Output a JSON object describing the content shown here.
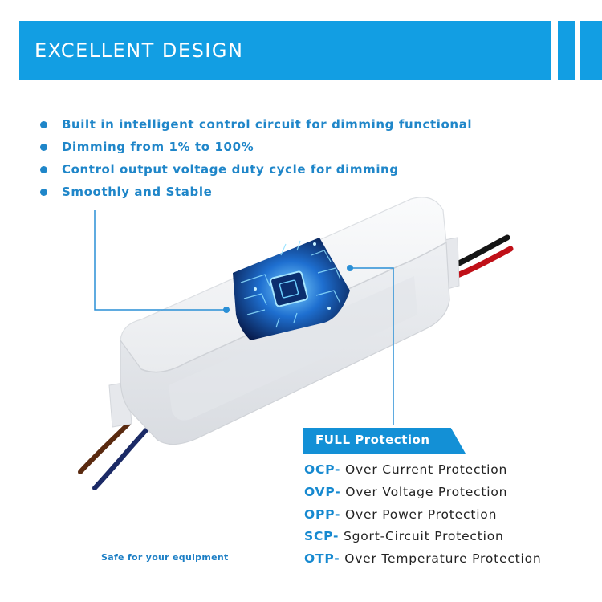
{
  "banner": {
    "title": "EXCELLENT DESIGN"
  },
  "features": [
    {
      "text": "Built in intelligent control circuit for dimming functional"
    },
    {
      "text": "Dimming from 1% to 100%"
    },
    {
      "text": "Control output voltage duty cycle for dimming"
    },
    {
      "text": "Smoothly and Stable"
    }
  ],
  "protection": {
    "title": "FULL Protection",
    "items": [
      {
        "code": "OCP-",
        "desc": " Over Current Protection"
      },
      {
        "code": "OVP-",
        "desc": " Over Voltage Protection"
      },
      {
        "code": "OPP-",
        "desc": " Over Power Protection"
      },
      {
        "code": "SCP-",
        "desc": " Sgort-Circuit Protection"
      },
      {
        "code": "OTP-",
        "desc": " Over Temperature Protection"
      }
    ]
  },
  "footer": {
    "safe_text": "Safe for your equipment"
  },
  "colors": {
    "brand_blue": "#129ee3",
    "text_blue": "#1f86c9",
    "body_text": "#222222",
    "device_white": "#f2f3f5"
  },
  "icons": {
    "bullet": "bullet-dot-icon",
    "chip": "circuit-chip-icon"
  }
}
